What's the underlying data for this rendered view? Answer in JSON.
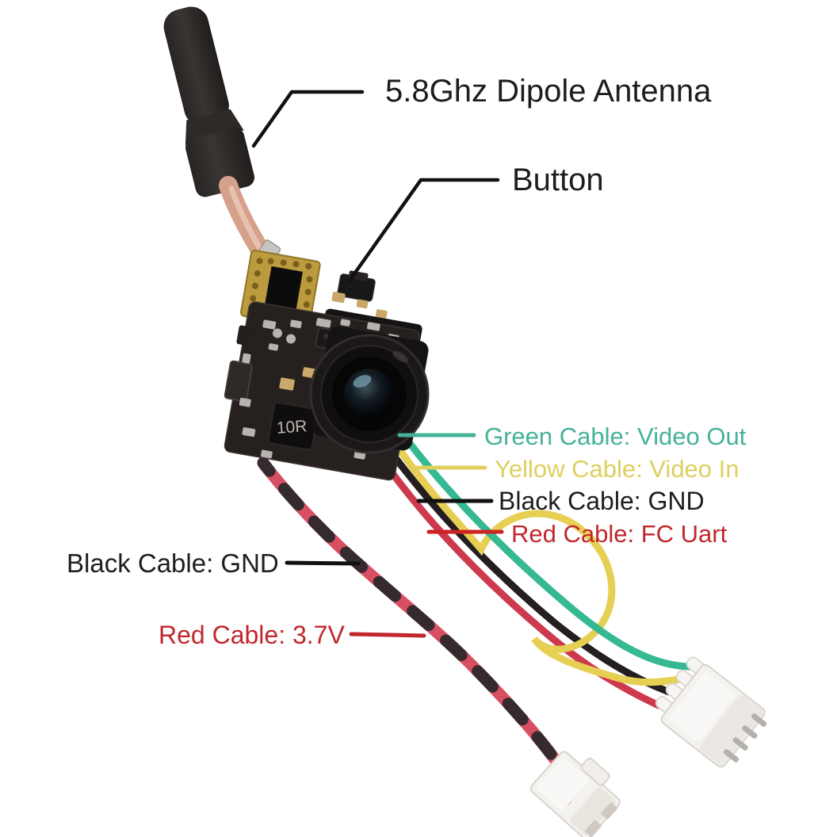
{
  "figure": {
    "inductor_marking": "10R"
  },
  "labels": {
    "antenna": {
      "text": "5.8Ghz Dipole Antenna",
      "color": "#1d1d1d"
    },
    "button": {
      "text": "Button",
      "color": "#1d1d1d"
    },
    "green_cable": {
      "text": "Green Cable: Video Out",
      "color": "#45b29a"
    },
    "yellow_cable": {
      "text": "Yellow Cable: Video In",
      "color": "#ddd05e"
    },
    "black_cable_gnd_right": {
      "text": "Black Cable: GND",
      "color": "#1d1d1d"
    },
    "red_cable_fc_uart": {
      "text": "Red Cable: FC Uart",
      "color": "#c1272d"
    },
    "black_cable_gnd_left": {
      "text": "Black Cable: GND",
      "color": "#1d1d1d"
    },
    "red_cable_37v": {
      "text": "Red Cable: 3.7V",
      "color": "#c1272d"
    }
  },
  "colors": {
    "background": "#ffffff",
    "leader_black": "#111111",
    "leader_green": "#45b29a",
    "leader_yellow": "#e0d060",
    "leader_red": "#cc2222",
    "wire_green": "#36b893",
    "wire_yellow": "#e6cf52",
    "wire_black": "#241e20",
    "wire_red": "#ce3a4d",
    "twisted_red": "#d94f62",
    "twisted_black": "#352b2e",
    "connector_white": "#f4f2ef",
    "antenna_black": "#332e2c",
    "coax_copper": "#d6a18b",
    "pcb_dark": "#26211f",
    "gold_pad": "#bb9b3e"
  }
}
